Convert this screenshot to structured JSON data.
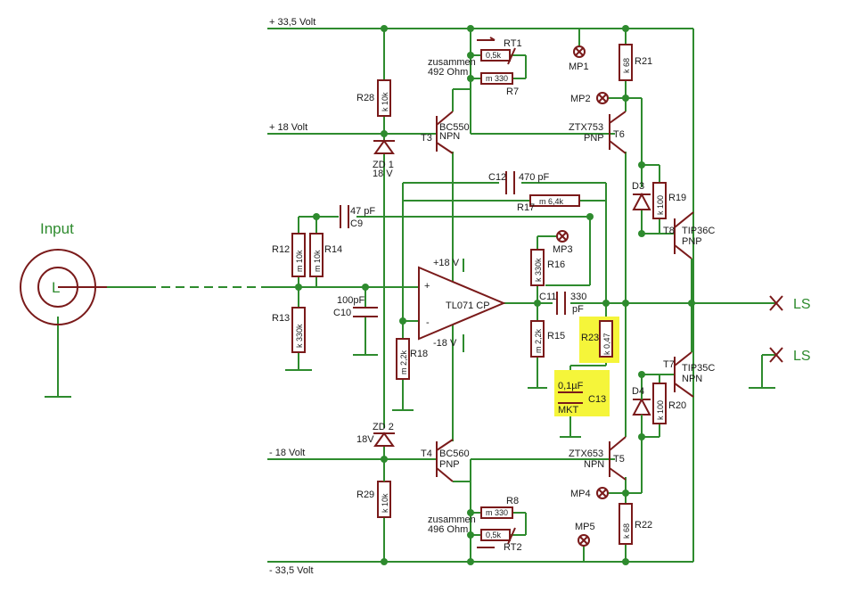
{
  "rails": {
    "pos_high": "+ 33,5 Volt",
    "pos_18": "+ 18 Volt",
    "neg_18": "- 18 Volt",
    "neg_high": "- 33,5 Volt"
  },
  "io": {
    "input": "Input",
    "input_jack": "L",
    "ls_top": "LS",
    "ls_bottom": "LS"
  },
  "opamp": {
    "name": "TL071 CP",
    "plus": "+",
    "minus": "-",
    "vpos": "+18 V",
    "vneg": "-18 V"
  },
  "labels": {
    "r28": "R28",
    "r28_val": "k 10k",
    "zd1": "ZD 1",
    "zd1_val": "18 V",
    "zd2": "ZD 2",
    "zd2_val": "18V",
    "r29": "R29",
    "r29_val": "k 10k",
    "t3": "T3",
    "t3_type": "BC550",
    "t3_pol": "NPN",
    "t4": "T4",
    "t4_type": "BC560",
    "t4_pol": "PNP",
    "rt1": "RT1",
    "rt1_val": "0,5k",
    "rt2": "RT2",
    "rt2_val": "0,5k",
    "r7": "R7",
    "r7_val": "m 330",
    "r8": "R8",
    "r8_val": "m 330",
    "together_top": "zusammen",
    "ohm_top": "492 Ohm",
    "together_bot": "zusammen",
    "ohm_bot": "496 Ohm",
    "mp1": "MP1",
    "mp2": "MP2",
    "mp3": "MP3",
    "mp4": "MP4",
    "mp5": "MP5",
    "r21": "R21",
    "r21_val": "k 68",
    "r22": "R22",
    "r22_val": "k 68",
    "t6": "T6",
    "t6_type": "ZTX753",
    "t6_pol": "PNP",
    "t5": "T5",
    "t5_type": "ZTX653",
    "t5_pol": "NPN",
    "c12": "C12",
    "c12_val": "470 pF",
    "r17": "R17",
    "r17_val": "m 6,4k",
    "c9": "C9",
    "c9_val": "47 pF",
    "r12": "R12",
    "r12_val": "m 10k",
    "r14": "R14",
    "r14_val": "m 10k",
    "r13": "R13",
    "r13_val": "k 330k",
    "c10": "C10",
    "c10_val": "100pF",
    "r18": "R18",
    "r18_val": "m 2,2k",
    "r16": "R16",
    "r16_val": "k 330k",
    "r15": "R15",
    "r15_val": "m 2,2k",
    "c11": "C11",
    "c11_val": "330",
    "c11_unit": "pF",
    "r23": "R23",
    "r23_val": "k 0,47",
    "c13": "C13",
    "c13_val": "0,1µF",
    "c13_type": "MKT",
    "d3": "D3",
    "d4": "D4",
    "r19": "R19",
    "r19_val": "k 100",
    "r20": "R20",
    "r20_val": "k 100",
    "t8": "T8",
    "t8_type": "TIP36C",
    "t8_pol": "PNP",
    "t7": "T7",
    "t7_type": "TIP35C",
    "t7_pol": "NPN"
  },
  "colors": {
    "wire": "#2e8b2e",
    "component": "#7a1a1a",
    "highlight": "#f5f53a"
  }
}
